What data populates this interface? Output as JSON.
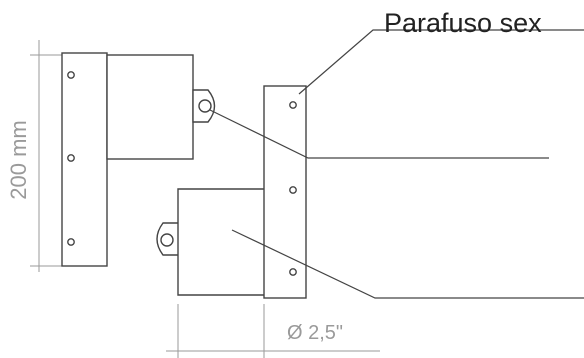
{
  "labels": {
    "callout_top": "Parafuso sex",
    "dim_height": "200 mm",
    "dim_diameter": "Ø 2,5\""
  },
  "colors": {
    "line": "#444444",
    "dim_line": "#9a9a9a",
    "text": "#222222"
  }
}
